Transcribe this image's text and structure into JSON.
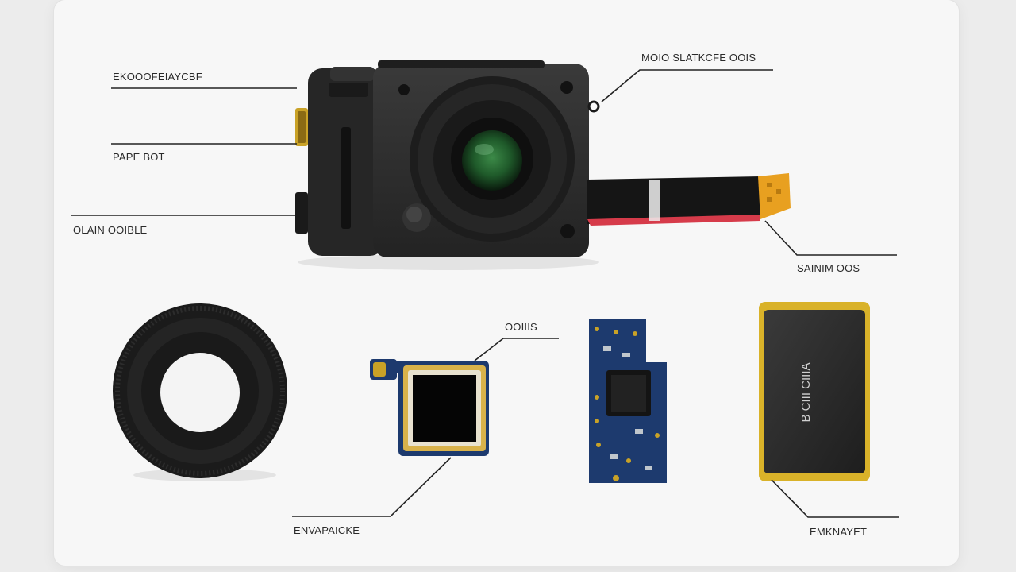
{
  "labels": {
    "top_left": "EKOOOFEIAYCBF",
    "left_mid": "PAPE BOT",
    "left_lower": "OLAIN OOIBLE",
    "top_right": "MOIO SLATKCFE OOIS",
    "right_mid": "SAINIM OOS",
    "sensor_top": "OOIIIS",
    "bottom_left": "ENVAPAICKE",
    "bottom_right": "EMKNAYET"
  },
  "battery_text": "B CIII CIIIA",
  "colors": {
    "background": "#ececec",
    "board": "#f7f7f7",
    "camera_body": "#2b2b2b",
    "lens_green": "#1f5a2a",
    "pcb_blue": "#1d3a6e",
    "gold": "#c9a227",
    "flex_orange": "#e8a020",
    "leader_line": "#222222"
  }
}
